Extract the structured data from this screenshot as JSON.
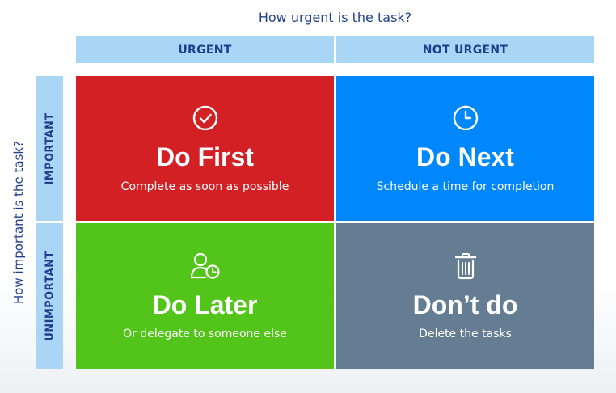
{
  "axes": {
    "top_title": "How urgent is the task?",
    "left_title": "How important is the task?"
  },
  "columns": [
    "URGENT",
    "NOT URGENT"
  ],
  "rows": [
    "IMPORTANT",
    "UNIMPORTANT"
  ],
  "quadrants": [
    {
      "title": "Do First",
      "subtitle": "Complete as soon as possible",
      "icon": "check-circle-icon",
      "color": "#d32024"
    },
    {
      "title": "Do Next",
      "subtitle": "Schedule a time for completion",
      "icon": "clock-icon",
      "color": "#0087fc"
    },
    {
      "title": "Do Later",
      "subtitle": "Or delegate to someone else",
      "icon": "user-clock-icon",
      "color": "#52c41a"
    },
    {
      "title": "Don’t do",
      "subtitle": "Delete the tasks",
      "icon": "trash-icon",
      "color": "#647d93"
    }
  ],
  "colors": {
    "header_bg": "#a9d6f5",
    "header_text": "#1e3f8f"
  }
}
